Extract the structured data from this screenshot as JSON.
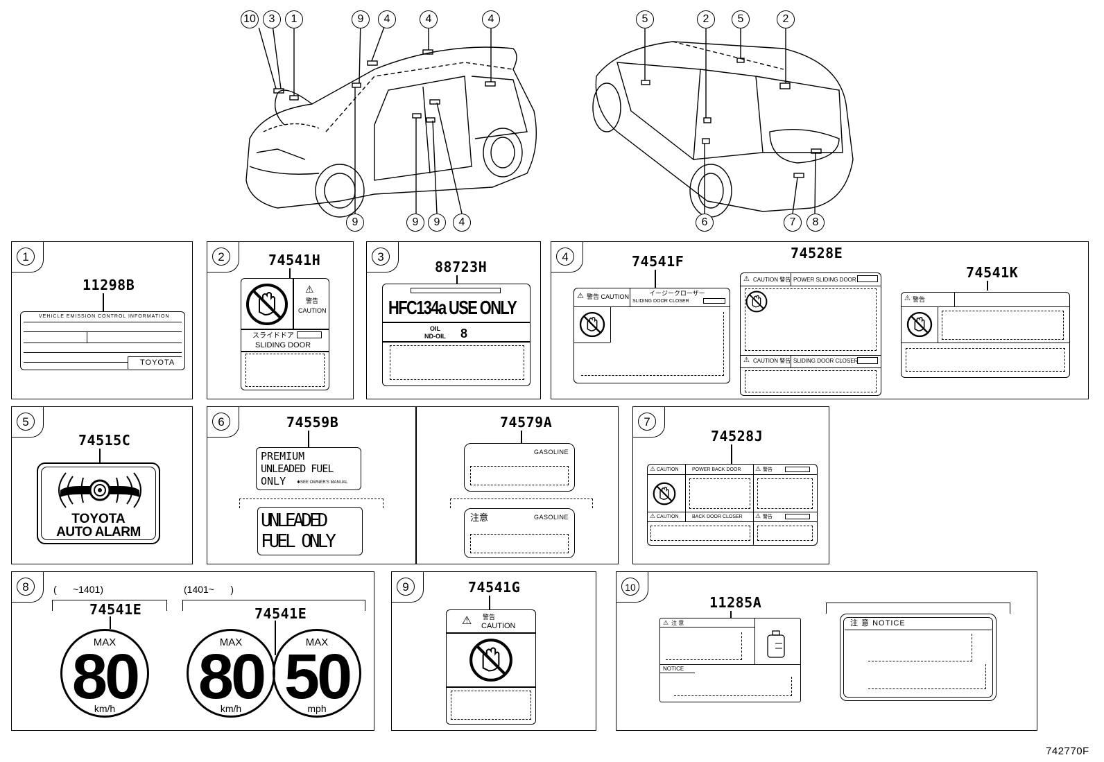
{
  "callouts_front": [
    "10",
    "3",
    "1",
    "9",
    "4",
    "4",
    "4",
    "9",
    "9",
    "9",
    "4"
  ],
  "callouts_rear": [
    "5",
    "2",
    "5",
    "2",
    "6",
    "7",
    "8"
  ],
  "panels": {
    "p1": {
      "num": "1",
      "part": "11298B",
      "header": "VEHICLE EMISSION CONTROL INFORMATION",
      "brand": "TOYOTA"
    },
    "p2": {
      "num": "2",
      "part": "74541H",
      "jp_warning": "警告",
      "caution": "CAUTION",
      "jp_sliding": "スライドドア",
      "sliding": "SLIDING DOOR"
    },
    "p3": {
      "num": "3",
      "part": "88723H",
      "hfc": "HFC134a USE ONLY",
      "oil1": "OIL",
      "oil2": "ND-OIL",
      "oil_num": "8"
    },
    "p4": {
      "num": "4",
      "part_f": "74541F",
      "part_e": "74528E",
      "part_k": "74541K",
      "f_caution": "警告 CAUTION",
      "f_jp": "イージークローザー",
      "f_closer": "SLIDING DOOR CLOSER",
      "e_caution": "CAUTION 警告",
      "e_power": "POWER SLIDING DOOR",
      "e_closer": "SLIDING DOOR CLOSER",
      "k_warn": "警告"
    },
    "p5": {
      "num": "5",
      "part": "74515C",
      "line1": "TOYOTA",
      "line2": "AUTO ALARM"
    },
    "p6": {
      "num": "6",
      "part_b": "74559B",
      "part_a": "74579A",
      "prem1": "PREMIUM",
      "prem2": "UNLEADED FUEL",
      "prem3": "ONLY",
      "see": "✱SEE OWNER'S MANUAL",
      "unl1": "UNLEADED",
      "unl2": "FUEL ONLY",
      "gasoline": "GASOLINE",
      "jp_caution": "注意"
    },
    "p7": {
      "num": "7",
      "part": "74528J",
      "caution": "CAUTION",
      "power_back": "POWER BACK DOOR",
      "warn": "警告",
      "back_closer": "BACK DOOR CLOSER"
    },
    "p8": {
      "num": "8",
      "range1": "(      ~1401)",
      "range2": "(1401~      )",
      "part": "74541E",
      "max": "MAX",
      "v80": "80",
      "v50": "50",
      "kmh": "km/h",
      "mph": "mph"
    },
    "p9": {
      "num": "9",
      "part": "74541G",
      "warn": "警告",
      "caution": "CAUTION"
    },
    "p10": {
      "num": "10",
      "part": "11285A",
      "jp": "注 意",
      "notice": "NOTICE",
      "notice2": "注 意 NOTICE"
    }
  },
  "figure_id": "742770F"
}
